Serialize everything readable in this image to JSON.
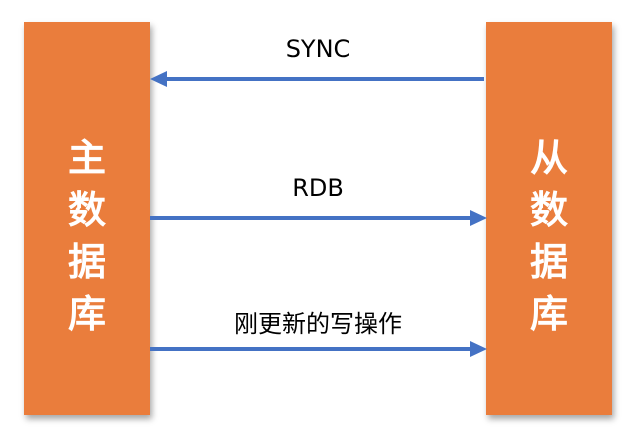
{
  "master": {
    "label_chars": [
      "主",
      "数",
      "据",
      "库"
    ]
  },
  "slave": {
    "label_chars": [
      "从",
      "数",
      "据",
      "库"
    ]
  },
  "arrows": [
    {
      "label": "SYNC",
      "direction": "slave-to-master"
    },
    {
      "label": "RDB",
      "direction": "master-to-slave"
    },
    {
      "label": "刚更新的写操作",
      "direction": "master-to-slave"
    }
  ],
  "colors": {
    "box": "#EA7D3C",
    "arrow": "#4472C4",
    "box_text": "#FFFFFF"
  }
}
